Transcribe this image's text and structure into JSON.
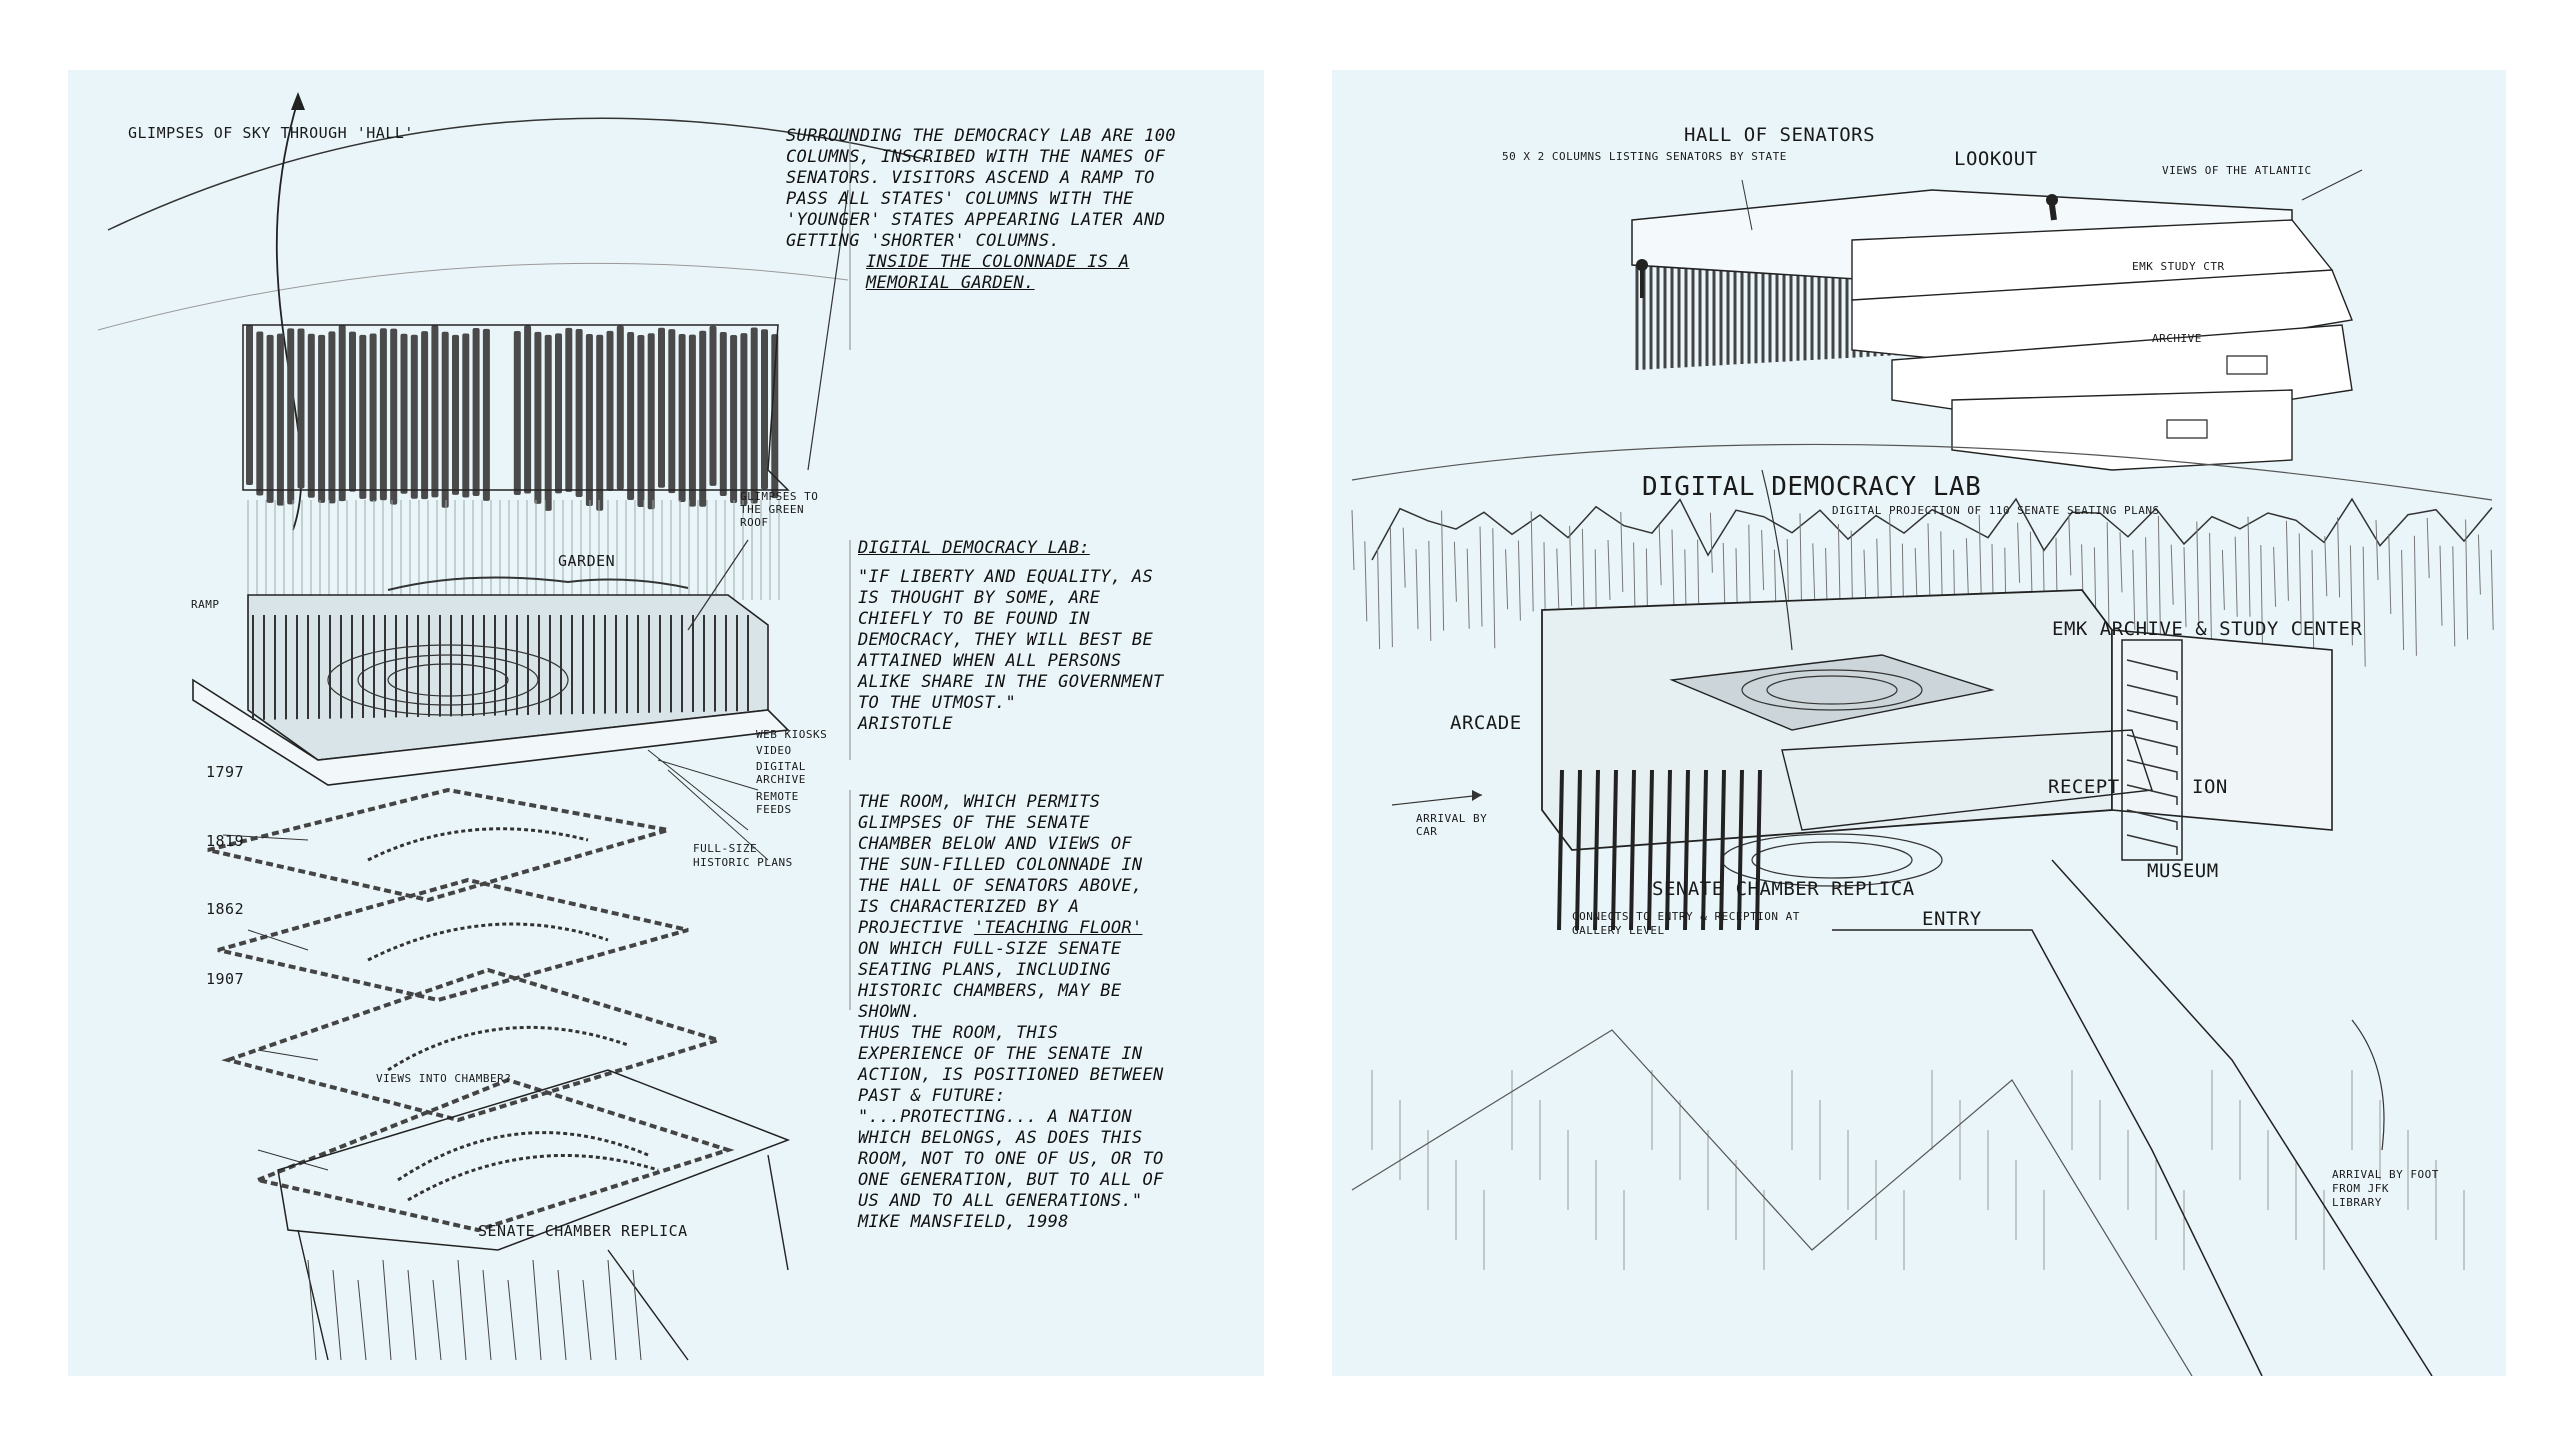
{
  "left_panel": {
    "labels": {
      "sky": "GLIMPSES OF SKY THROUGH 'HALL'",
      "garden": "GARDEN",
      "ramp": "RAMP",
      "green_roof": "GLIMPSES TO THE GREEN ROOF",
      "kiosks": "WEB KIOSKS",
      "video": "VIDEO",
      "archive": "DIGITAL ARCHIVE",
      "feeds": "REMOTE FEEDS",
      "historic_plans": "FULL-SIZE HISTORIC PLANS",
      "views_into": "VIEWS INTO CHAMBER?",
      "replica": "SENATE CHAMBER REPLICA"
    },
    "years": [
      "1797",
      "1819",
      "1862",
      "1907"
    ],
    "notes": {
      "columns_text": "SURROUNDING THE DEMOCRACY LAB ARE 100 COLUMNS, INSCRIBED WITH THE NAMES OF SENATORS. VISITORS ASCEND A RAMP TO PASS ALL STATES' COLUMNS WITH THE 'YOUNGER' STATES APPEARING LATER AND GETTING 'SHORTER' COLUMNS.",
      "garden_text": "INSIDE THE COLONNADE IS A MEMORIAL GARDEN.",
      "lab_title": "DIGITAL DEMOCRACY LAB:",
      "quote": "\"IF LIBERTY AND EQUALITY, AS IS THOUGHT BY SOME, ARE CHIEFLY TO BE FOUND IN DEMOCRACY, THEY WILL BEST BE ATTAINED WHEN ALL PERSONS ALIKE SHARE IN THE GOVERNMENT TO THE UTMOST.\"",
      "quote_author": "ARISTOTLE",
      "room_pre": "THE ROOM, WHICH PERMITS GLIMPSES OF THE SENATE CHAMBER BELOW AND VIEWS OF THE SUN-FILLED COLONNADE IN THE HALL OF SENATORS ABOVE, IS CHARACTERIZED BY A PROJECTIVE",
      "teaching": "'TEACHING FLOOR'",
      "room_post": "ON WHICH FULL-SIZE SENATE SEATING PLANS, INCLUDING HISTORIC CHAMBERS, MAY BE SHOWN.",
      "thus": "THUS THE ROOM, THIS EXPERIENCE OF THE SENATE IN ACTION, IS POSITIONED BETWEEN PAST & FUTURE:",
      "quote2": "\"...PROTECTING... A NATION WHICH BELONGS, AS DOES THIS ROOM, NOT TO ONE OF US, OR TO ONE GENERATION, BUT TO ALL OF US AND TO ALL GENERATIONS.\"",
      "quote2_author": "MIKE MANSFIELD, 1998"
    }
  },
  "right_panel": {
    "labels": {
      "hall": "HALL OF SENATORS",
      "hall_sub": "50 X 2 COLUMNS LISTING SENATORS BY STATE",
      "lookout": "LOOKOUT",
      "atlantic": "VIEWS OF THE ATLANTIC",
      "study": "EMK STUDY CTR",
      "archive": "ARCHIVE",
      "lab": "DIGITAL DEMOCRACY LAB",
      "lab_sub": "DIGITAL PROJECTION OF 110 SENATE SEATING PLANS",
      "emk": "EMK ARCHIVE & STUDY CENTER",
      "arcade": "ARCADE",
      "car": "ARRIVAL BY CAR",
      "reception_a": "RECEPT",
      "reception_b": "ION",
      "replica": "SENATE CHAMBER REPLICA",
      "connects": "CONNECTS TO ENTRY & RECEPTION AT GALLERY LEVEL",
      "entry": "ENTRY",
      "museum": "MUSEUM",
      "foot": "ARRIVAL BY FOOT FROM JFK LIBRARY"
    }
  },
  "colors": {
    "paper": "#eaf5f9",
    "ink": "#1a1a1a",
    "columns": "#4a4a4a"
  }
}
